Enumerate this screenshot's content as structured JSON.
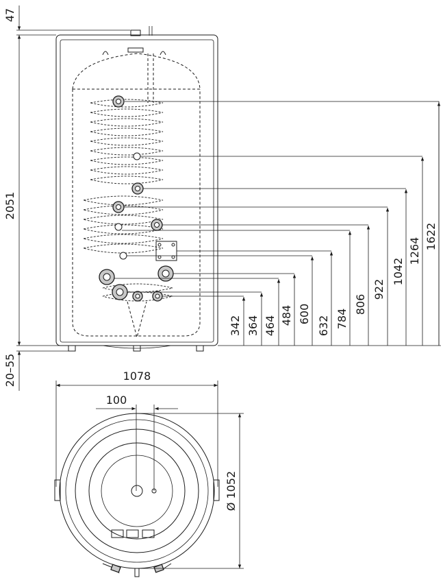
{
  "dimensions": {
    "top_offset": "47",
    "total_height": "2051",
    "feet_range": "20–55",
    "outer_width": "1078",
    "port_offset": "100",
    "diameter": "Ø 1052"
  },
  "port_heights": [
    "342",
    "364",
    "464",
    "484",
    "600",
    "632",
    "784",
    "806",
    "922",
    "1042",
    "1264",
    "1622"
  ]
}
